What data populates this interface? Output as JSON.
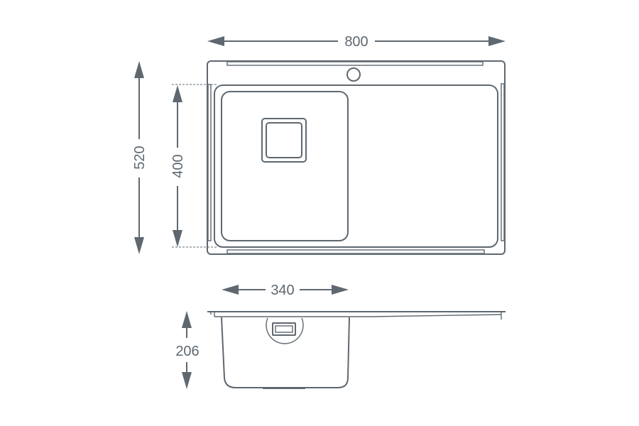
{
  "dimensions": {
    "overall_width": "800",
    "overall_depth": "520",
    "bowl_depth": "400",
    "bowl_width": "340",
    "bowl_height": "206"
  },
  "colors": {
    "line": "#5f6870",
    "background": "#ffffff"
  }
}
